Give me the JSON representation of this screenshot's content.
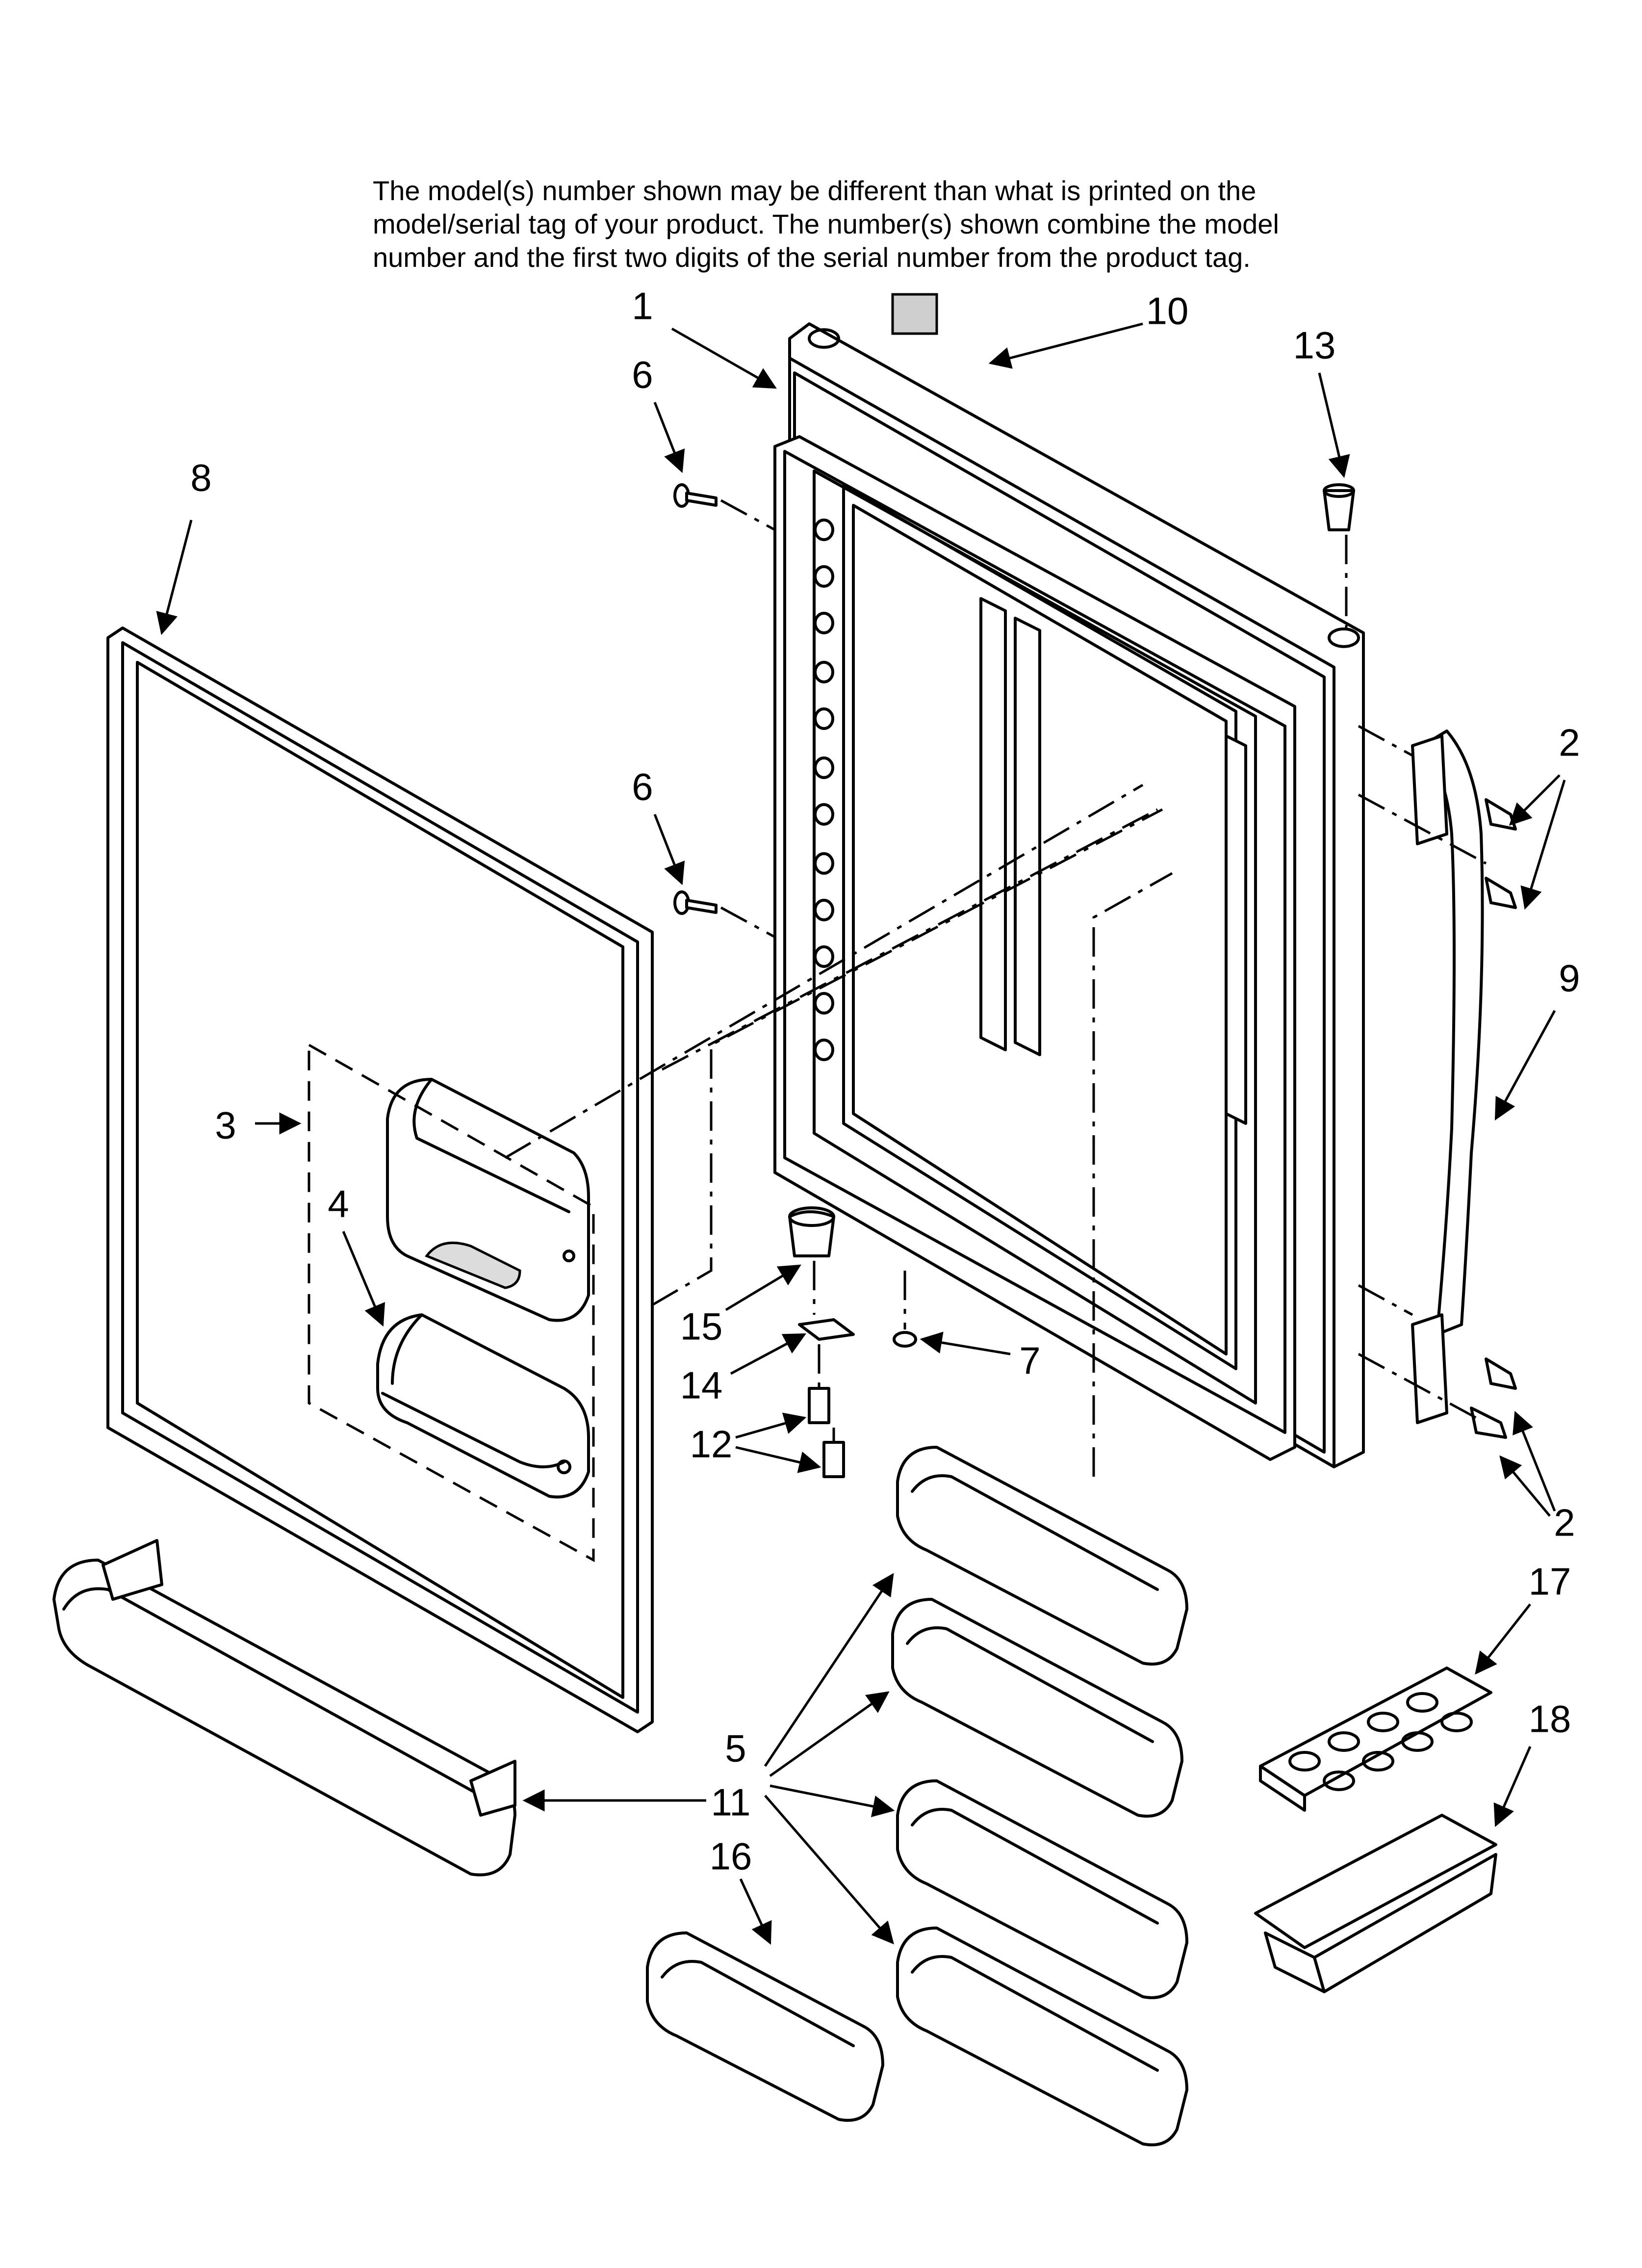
{
  "notice": {
    "line1": "The model(s) number shown may be different than what is printed on the",
    "line2": "model/serial tag of your product. The number(s) shown combine the model",
    "line3": "number and the first two digits of the serial number from the product tag."
  },
  "callouts": {
    "c1": "1",
    "c2a": "2",
    "c2b": "2",
    "c3": "3",
    "c4": "4",
    "c5": "5",
    "c6a": "6",
    "c6b": "6",
    "c7": "7",
    "c8": "8",
    "c9": "9",
    "c10": "10",
    "c11": "11",
    "c12": "12",
    "c13": "13",
    "c14": "14",
    "c15": "15",
    "c16": "16",
    "c17": "17",
    "c18": "18"
  }
}
